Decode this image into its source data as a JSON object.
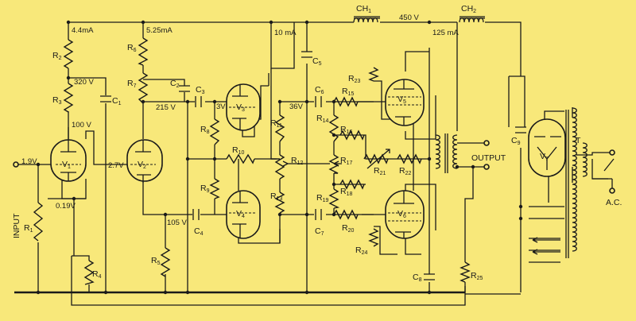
{
  "title": "",
  "labels": {
    "input": "INPUT",
    "output": "OUTPUT",
    "ac": "A.C.",
    "transformer": "T"
  },
  "chokes": [
    {
      "id": "ch1",
      "name": "CH",
      "sub": "1"
    },
    {
      "id": "ch2",
      "name": "CH",
      "sub": "2"
    }
  ],
  "values": {
    "i_v1": "4.4mA",
    "i_v2": "5.25mA",
    "i_mid": "10 mA",
    "i_out": "125 mA",
    "v_b": "450 V",
    "v_v1_plate": "320 V",
    "v_v1_cathode": "100 V",
    "v_v2_plate": "215 V",
    "v_in_grid": "1.9V",
    "v_v2_grid": "2.7V",
    "v_v1_k": "0.19V",
    "v_v3_k": "3V",
    "v_v4_plate": "105 V",
    "v_r12": "36V"
  },
  "resistors": [
    {
      "id": "r1",
      "name": "R",
      "sub": "1"
    },
    {
      "id": "r2",
      "name": "R",
      "sub": "2"
    },
    {
      "id": "r3",
      "name": "R",
      "sub": "3"
    },
    {
      "id": "r4",
      "name": "R",
      "sub": "4"
    },
    {
      "id": "r5",
      "name": "R",
      "sub": "5"
    },
    {
      "id": "r6",
      "name": "R",
      "sub": "6"
    },
    {
      "id": "r7",
      "name": "R",
      "sub": "7"
    },
    {
      "id": "r8",
      "name": "R",
      "sub": "8"
    },
    {
      "id": "r9",
      "name": "R",
      "sub": "9"
    },
    {
      "id": "r10",
      "name": "R",
      "sub": "10"
    },
    {
      "id": "r11",
      "name": "R",
      "sub": "11"
    },
    {
      "id": "r12",
      "name": "R",
      "sub": "12"
    },
    {
      "id": "r13",
      "name": "R",
      "sub": "13"
    },
    {
      "id": "r14",
      "name": "R",
      "sub": "14"
    },
    {
      "id": "r15",
      "name": "R",
      "sub": "15"
    },
    {
      "id": "r16",
      "name": "R",
      "sub": "16"
    },
    {
      "id": "r17",
      "name": "R",
      "sub": "17"
    },
    {
      "id": "r18",
      "name": "R",
      "sub": "18"
    },
    {
      "id": "r19",
      "name": "R",
      "sub": "19"
    },
    {
      "id": "r20",
      "name": "R",
      "sub": "20"
    },
    {
      "id": "r21",
      "name": "R",
      "sub": "21"
    },
    {
      "id": "r22",
      "name": "R",
      "sub": "22"
    },
    {
      "id": "r23",
      "name": "R",
      "sub": "23"
    },
    {
      "id": "r24",
      "name": "R",
      "sub": "24"
    },
    {
      "id": "r25",
      "name": "R",
      "sub": "25"
    }
  ],
  "capacitors": [
    {
      "id": "c1",
      "name": "C",
      "sub": "1"
    },
    {
      "id": "c2",
      "name": "C",
      "sub": "2"
    },
    {
      "id": "c3",
      "name": "C",
      "sub": "3"
    },
    {
      "id": "c4",
      "name": "C",
      "sub": "4"
    },
    {
      "id": "c5",
      "name": "C",
      "sub": "5"
    },
    {
      "id": "c6",
      "name": "C",
      "sub": "6"
    },
    {
      "id": "c7",
      "name": "C",
      "sub": "7"
    },
    {
      "id": "c8",
      "name": "C",
      "sub": "8"
    },
    {
      "id": "c9",
      "name": "C",
      "sub": "9"
    }
  ],
  "tubes": [
    {
      "id": "v1",
      "name": "V",
      "sub": "1"
    },
    {
      "id": "v2",
      "name": "V",
      "sub": "2"
    },
    {
      "id": "v3",
      "name": "V",
      "sub": "3"
    },
    {
      "id": "v4",
      "name": "V",
      "sub": "4"
    },
    {
      "id": "v5",
      "name": "V",
      "sub": "5"
    },
    {
      "id": "v6",
      "name": "V",
      "sub": "6"
    },
    {
      "id": "v7",
      "name": "V",
      "sub": "7"
    }
  ]
}
